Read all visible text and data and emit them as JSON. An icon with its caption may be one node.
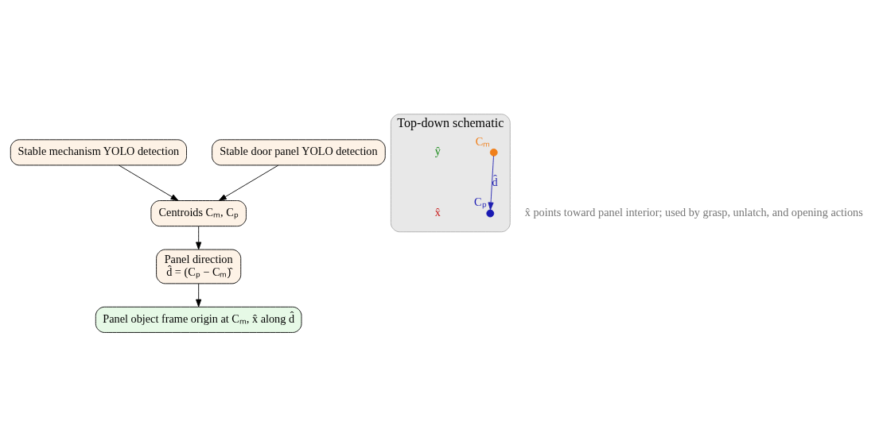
{
  "diagram": {
    "nodes": [
      {
        "text": [
          "Stable mechanism YOLO detection"
        ]
      },
      {
        "text": [
          "Stable door panel YOLO detection"
        ]
      },
      {
        "text": [
          "Centroids Cₘ, Cₚ"
        ]
      },
      {
        "text": [
          "Panel direction",
          "d̂ = (Cₚ − Cₘ)̂"
        ]
      },
      {
        "text": [
          "Panel object frame origin at Cₘ, x̂ along d̂"
        ]
      },
      {
        "text": [
          "Top-down schematic"
        ]
      },
      {
        "text": [],
        "shape": "circle",
        "beside": [
          "Cₘ"
        ],
        "in": 5
      },
      {
        "text": [],
        "shape": "circle",
        "beside": [
          "Cₚ"
        ],
        "in": 5
      }
    ],
    "edges": [
      {
        "from": 0,
        "to": 2,
        "arrow": "to"
      },
      {
        "from": 1,
        "to": 2,
        "arrow": "to"
      },
      {
        "from": 2,
        "to": 3,
        "arrow": "to"
      },
      {
        "from": 3,
        "to": 4,
        "arrow": "to"
      },
      {
        "from": 6,
        "to": 7,
        "arrow": "to",
        "label": "d̂",
        "color": "#1f1fb0"
      }
    ],
    "labels": [
      "ŷ",
      "x̂",
      "x̂ points toward panel interior; used by grasp, unlatch, and opening actions"
    ]
  }
}
